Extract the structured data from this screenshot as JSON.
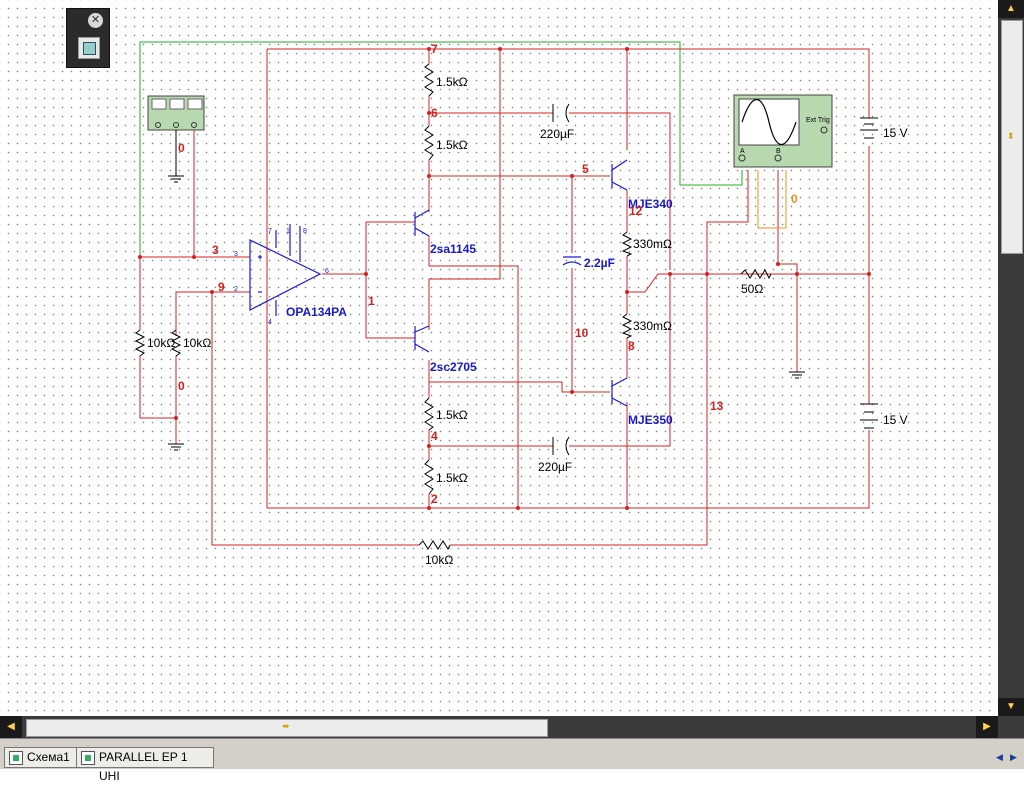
{
  "window": {
    "tabs": [
      {
        "label": "Схема1",
        "active": false
      },
      {
        "label": "PARALLEL EP 1 UHI",
        "active": true
      }
    ]
  },
  "schematic": {
    "components": {
      "r_top1": "1.5kΩ",
      "r_top2": "1.5kΩ",
      "r_bot1": "1.5kΩ",
      "r_bot2": "1.5kΩ",
      "r_in1": "10kΩ",
      "r_in2": "10kΩ",
      "r_fb": "10kΩ",
      "r_load": "50Ω",
      "r_e1": "330mΩ",
      "r_e2": "330mΩ",
      "c_top": "220µF",
      "c_bot": "220µF",
      "c_mid": "2.2µF",
      "q_pnp": "2sa1145",
      "q_npn": "2sc2705",
      "q_out_top": "MJE340",
      "q_out_bot": "MJE350",
      "opamp": "OPA134PA",
      "v_top": "15 V",
      "v_bot": "15 V"
    },
    "nets": {
      "n7": "7",
      "n6": "6",
      "n5": "5",
      "n12": "12",
      "n3": "3",
      "n9": "9",
      "n1": "1",
      "n10": "10",
      "n8": "8",
      "n4": "4",
      "n2": "2",
      "n13": "13",
      "n0a": "0",
      "n0b": "0",
      "n0c": "0"
    },
    "opamp_pins": {
      "p7": "7",
      "p1": "1",
      "p8": "8",
      "p3": "3",
      "p2": "2",
      "p6": "6",
      "p4": "4"
    },
    "scope": {
      "ext_trig": "Ext Trig",
      "a": "A",
      "b": "B"
    }
  },
  "colors": {
    "wire": "#d32020",
    "probe_wire": "#20b020",
    "trig_wire": "#e8941a",
    "component_label": "#1a1acc",
    "scope_bg": "#b8d8b0",
    "scrollbar": "#3a3a3a",
    "scroll_arrow": "#ffd24a"
  },
  "icons": {
    "function_generator": "function-generator-icon",
    "oscilloscope": "oscilloscope-icon",
    "close": "close-icon"
  }
}
